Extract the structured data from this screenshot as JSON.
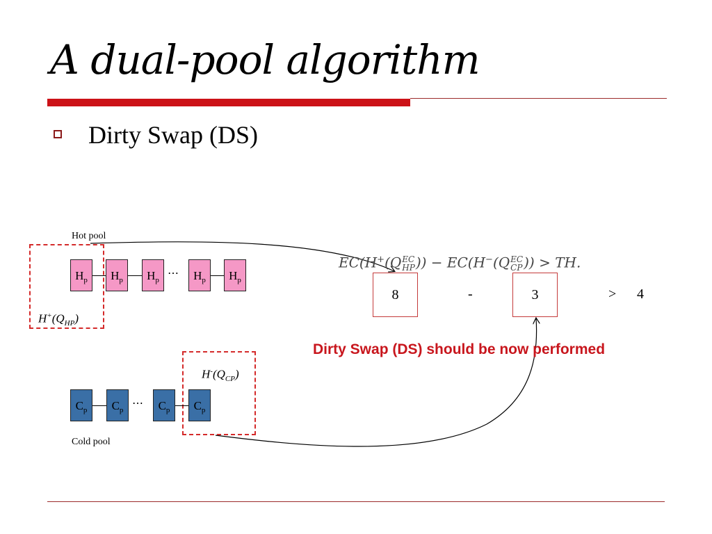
{
  "slide": {
    "title": "A dual-pool algorithm",
    "bullet": "Dirty Swap (DS)"
  },
  "hot_pool": {
    "label": "Hot pool",
    "node_letter": "H",
    "node_sub": "p",
    "ellipsis": "⋯",
    "set_label": {
      "main": "H",
      "sup": "+",
      "open": "(Q",
      "sub": "HP",
      "close": ")"
    }
  },
  "cold_pool": {
    "label": "Cold pool",
    "node_letter": "C",
    "node_sub": "p",
    "ellipsis": "⋯",
    "set_label": {
      "main": "H",
      "sup": "-",
      "open": "(Q",
      "sub": "CP",
      "close": ")"
    }
  },
  "formula": {
    "part1": "EC(H",
    "sup1": "+",
    "part2": "(Q",
    "sup2": "EC",
    "sub2": "HP",
    "part3": ")) − EC(H",
    "sup3": "−",
    "part4": "(Q",
    "sup4": "EC",
    "sub4": "CP",
    "part5": ")) > TH."
  },
  "evaluation": {
    "hot_value": "8",
    "minus": "-",
    "cold_value": "3",
    "greater": ">",
    "threshold": "4"
  },
  "notice": "Dirty Swap (DS) should be now performed",
  "colors": {
    "title_bar": "#cc1218",
    "rule": "#9b2a2a",
    "dashed_border": "#d42a2a",
    "hot_node": "#f598c6",
    "cold_node": "#3a6fa6",
    "notice_text": "#c8161d",
    "value_box_border": "#c43a3a"
  }
}
